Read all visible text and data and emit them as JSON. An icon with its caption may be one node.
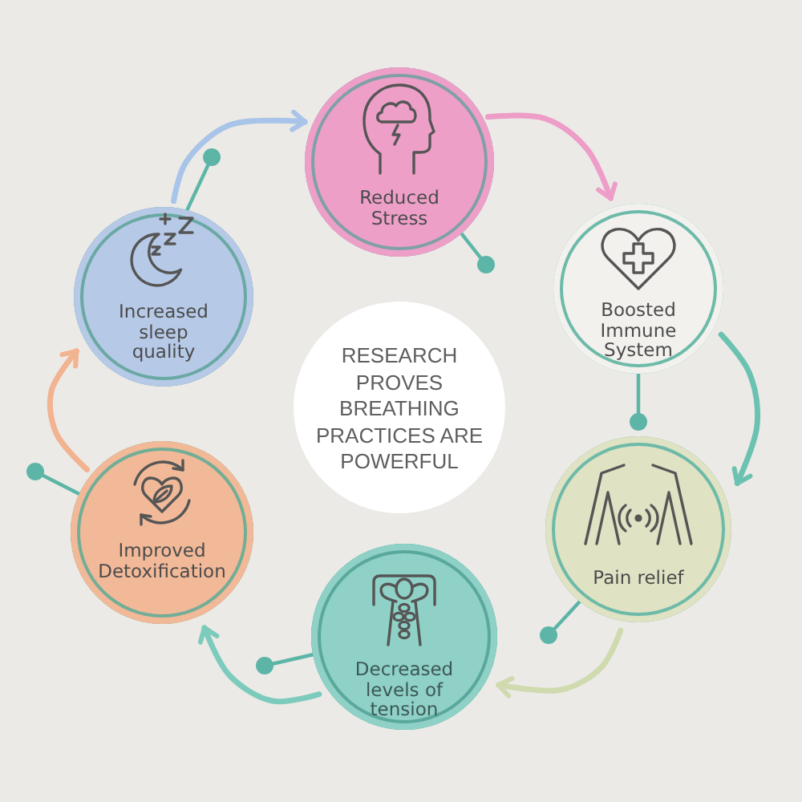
{
  "diagram": {
    "nodes": [
      {
        "text": [
          "RESEARCH PROVES BREATHING PRACTICES ARE POWERFUL"
        ]
      },
      {
        "text": [
          "Reduced Stress"
        ]
      },
      {
        "text": [
          "Boosted Immune System"
        ]
      },
      {
        "text": [
          "Pain relief"
        ]
      },
      {
        "text": [
          "Decreased levels of tension"
        ]
      },
      {
        "text": [
          "Improved Detoxification"
        ]
      },
      {
        "text": [
          "Increased sleep quality"
        ]
      }
    ],
    "edges": [
      {
        "from": 6,
        "to": 1,
        "arrow": "to",
        "color": "#a8c4e8"
      },
      {
        "from": 1,
        "to": 2,
        "arrow": "to",
        "color": "#ee9cc8"
      },
      {
        "from": 2,
        "to": 3,
        "arrow": "to",
        "color": "#6cc2b0"
      },
      {
        "from": 3,
        "to": 4,
        "arrow": "to",
        "color": "#cfdaae"
      },
      {
        "from": 4,
        "to": 5,
        "arrow": "to",
        "color": "#7ccbbd"
      },
      {
        "from": 5,
        "to": 6,
        "arrow": "to",
        "color": "#f2b390"
      }
    ]
  }
}
